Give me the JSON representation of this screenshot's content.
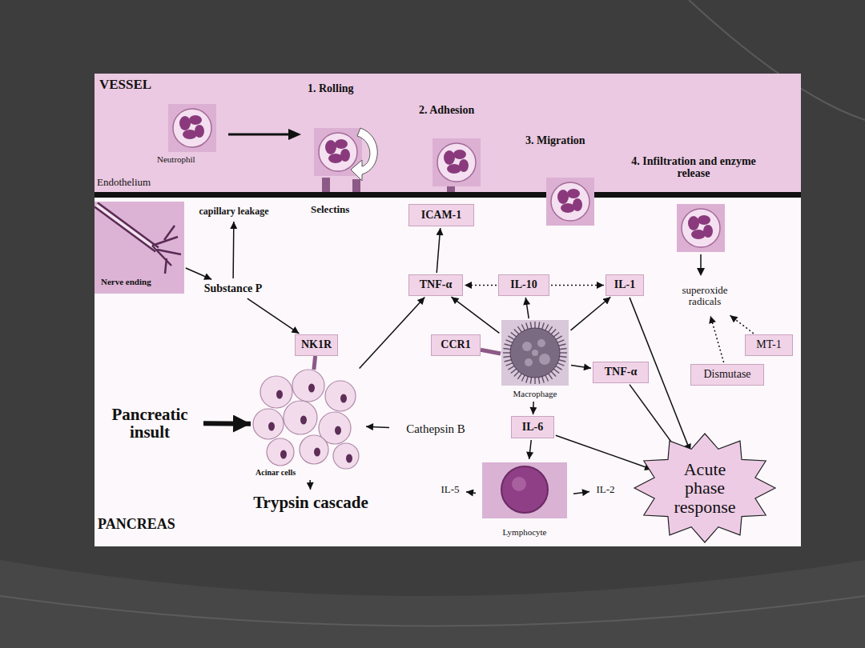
{
  "diagram": {
    "nodes": [
      {
        "text": [
          "Nerve ending"
        ]
      },
      {
        "text": [
          "capillary leakage"
        ]
      },
      {
        "text": [
          "ICAM-1"
        ]
      },
      {
        "text": [
          "Substance P"
        ]
      },
      {
        "text": [
          "TNF-α"
        ]
      },
      {
        "text": [
          "IL-10"
        ]
      },
      {
        "text": [
          "IL-1"
        ]
      },
      {
        "text": [
          "superoxide radicals"
        ]
      },
      {
        "text": [
          "NK1R"
        ]
      },
      {
        "text": [
          "CCR1"
        ]
      },
      {
        "text": [
          "Macrophage"
        ]
      },
      {
        "text": [
          "TNF-α"
        ]
      },
      {
        "text": [
          "MT-1"
        ]
      },
      {
        "text": [
          "Dismutase"
        ]
      },
      {
        "text": [
          "Pancreatic insult"
        ]
      },
      {
        "text": [
          "Acinar cells"
        ]
      },
      {
        "text": [
          "Cathepsin B"
        ]
      },
      {
        "text": [
          "IL-6"
        ]
      },
      {
        "text": [
          "Acute phase response"
        ]
      },
      {
        "text": [
          "Trypsin cascade"
        ]
      },
      {
        "text": [
          "IL-5"
        ]
      },
      {
        "text": [
          "Lymphocyte"
        ]
      },
      {
        "text": [
          "IL-2"
        ]
      }
    ],
    "edges": [
      {
        "from": 0,
        "to": 3,
        "arrow": "to"
      },
      {
        "from": 3,
        "to": 1,
        "arrow": "to"
      },
      {
        "from": 3,
        "to": 8,
        "arrow": "to"
      },
      {
        "from": 15,
        "to": 4,
        "arrow": "to"
      },
      {
        "from": 4,
        "to": 2,
        "arrow": "to"
      },
      {
        "from": 5,
        "to": 4,
        "arrow": "to"
      },
      {
        "from": 5,
        "to": 6,
        "arrow": "to"
      },
      {
        "from": 10,
        "to": 4,
        "arrow": "to"
      },
      {
        "from": 10,
        "to": 5,
        "arrow": "to"
      },
      {
        "from": 10,
        "to": 6,
        "arrow": "to"
      },
      {
        "from": 10,
        "to": 11,
        "arrow": "to"
      },
      {
        "from": 9,
        "to": 10,
        "arrow": "none"
      },
      {
        "from": 8,
        "to": 15,
        "arrow": "none"
      },
      {
        "from": 10,
        "to": 17,
        "arrow": "to"
      },
      {
        "from": 17,
        "to": 21,
        "arrow": "to"
      },
      {
        "from": 21,
        "to": 20,
        "arrow": "to"
      },
      {
        "from": 21,
        "to": 22,
        "arrow": "to"
      },
      {
        "from": 6,
        "to": 18,
        "arrow": "to"
      },
      {
        "from": 11,
        "to": 18,
        "arrow": "to"
      },
      {
        "from": 17,
        "to": 18,
        "arrow": "to"
      },
      {
        "from": 13,
        "to": 7,
        "arrow": "to"
      },
      {
        "from": 12,
        "to": 7,
        "arrow": "to"
      },
      {
        "from": 14,
        "to": 15,
        "arrow": "to"
      },
      {
        "from": 16,
        "to": 15,
        "arrow": "to"
      },
      {
        "from": 15,
        "to": 19,
        "arrow": "to"
      }
    ],
    "labels": [
      "VESSEL",
      "1. Rolling",
      "2. Adhesion",
      "3. Migration",
      "4. Infiltration and enzyme release",
      "Neutrophil",
      "Endothelium",
      "Selectins",
      "PANCREAS"
    ]
  }
}
